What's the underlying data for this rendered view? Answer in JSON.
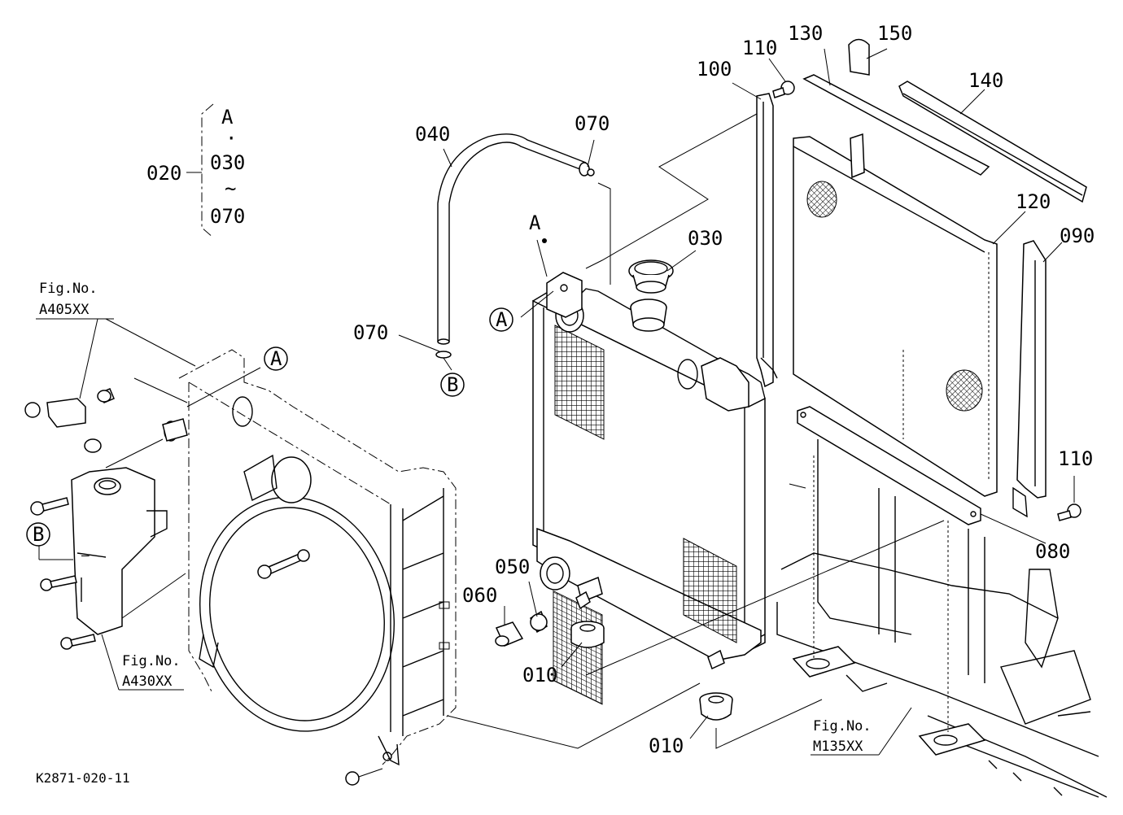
{
  "diagram_code": "K2871-020-11",
  "legend": {
    "assembly": "020",
    "line1": "A",
    "line2": "·",
    "line3": "030",
    "line4": "~",
    "line5": "070"
  },
  "part_labels": {
    "p010a": "010",
    "p010b": "010",
    "p030": "030",
    "p040": "040",
    "p050": "050",
    "p060": "060",
    "p070a": "070",
    "p070b": "070",
    "p080": "080",
    "p090": "090",
    "p100": "100",
    "p110a": "110",
    "p110b": "110",
    "p120": "120",
    "p130": "130",
    "p140": "140",
    "p150": "150"
  },
  "markers": {
    "a_circle_radiator": "A",
    "a_circle_shroud": "A",
    "a_dot_label": "A",
    "b_circle_hose": "B",
    "b_circle_tank": "B"
  },
  "fig_refs": {
    "ref1_title": "Fig.No.",
    "ref1_code": "A405XX",
    "ref2_title": "Fig.No.",
    "ref2_code": "A430XX",
    "ref3_title": "Fig.No.",
    "ref3_code": "M135XX"
  }
}
